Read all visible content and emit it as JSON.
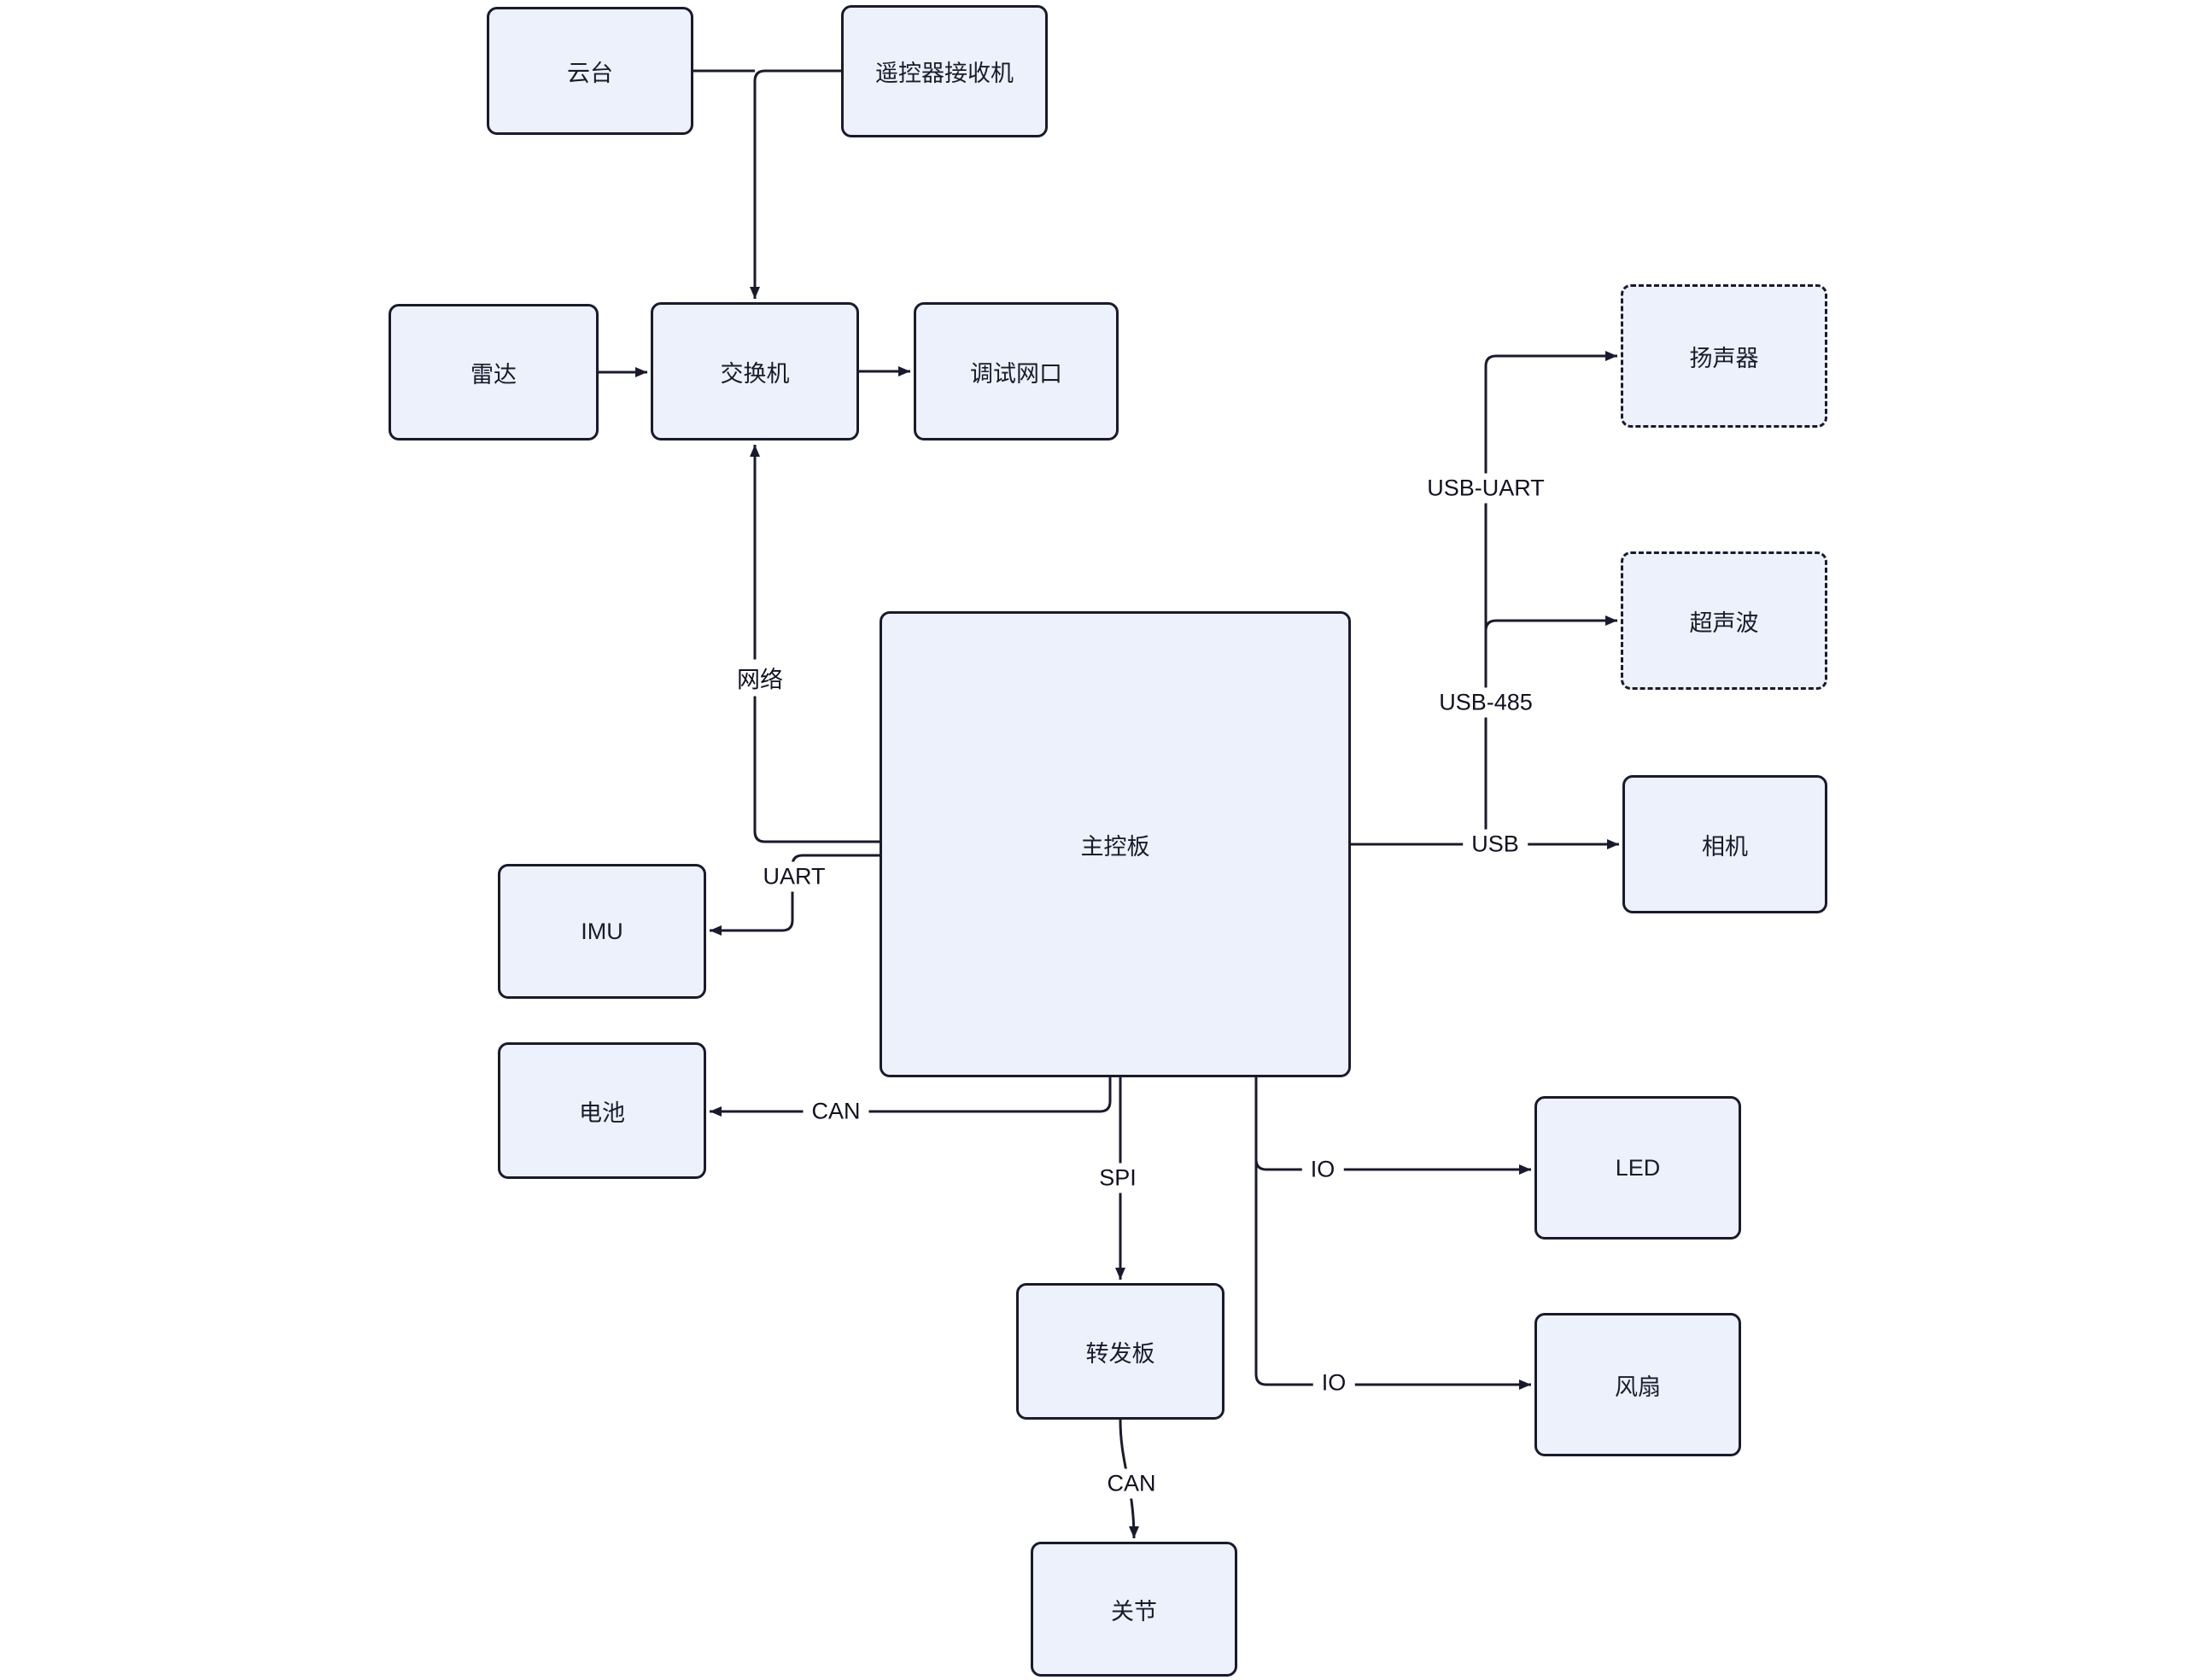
{
  "diagram": {
    "type": "flowchart",
    "nodes": {
      "gimbal": {
        "label": "云台"
      },
      "rc_receiver": {
        "label": "遥控器接收机"
      },
      "radar": {
        "label": "雷达"
      },
      "switch": {
        "label": "交换机"
      },
      "debug_port": {
        "label": "调试网口"
      },
      "main_board": {
        "label": "主控板"
      },
      "imu": {
        "label": "IMU"
      },
      "battery": {
        "label": "电池"
      },
      "forward_board": {
        "label": "转发板"
      },
      "joint": {
        "label": "关节"
      },
      "speaker": {
        "label": "扬声器"
      },
      "ultrasonic": {
        "label": "超声波"
      },
      "camera": {
        "label": "相机"
      },
      "led": {
        "label": "LED"
      },
      "fan": {
        "label": "风扇"
      }
    },
    "edge_labels": {
      "network": "网络",
      "uart": "UART",
      "can_battery": "CAN",
      "spi": "SPI",
      "can_joint": "CAN",
      "usb_uart": "USB-UART",
      "usb_485": "USB-485",
      "usb": "USB",
      "io_led": "IO",
      "io_fan": "IO"
    },
    "colors": {
      "node_fill": "#EDF1FB",
      "node_border": "#1A1A2E",
      "line": "#1A1A2E",
      "background": "#FFFFFF"
    }
  }
}
